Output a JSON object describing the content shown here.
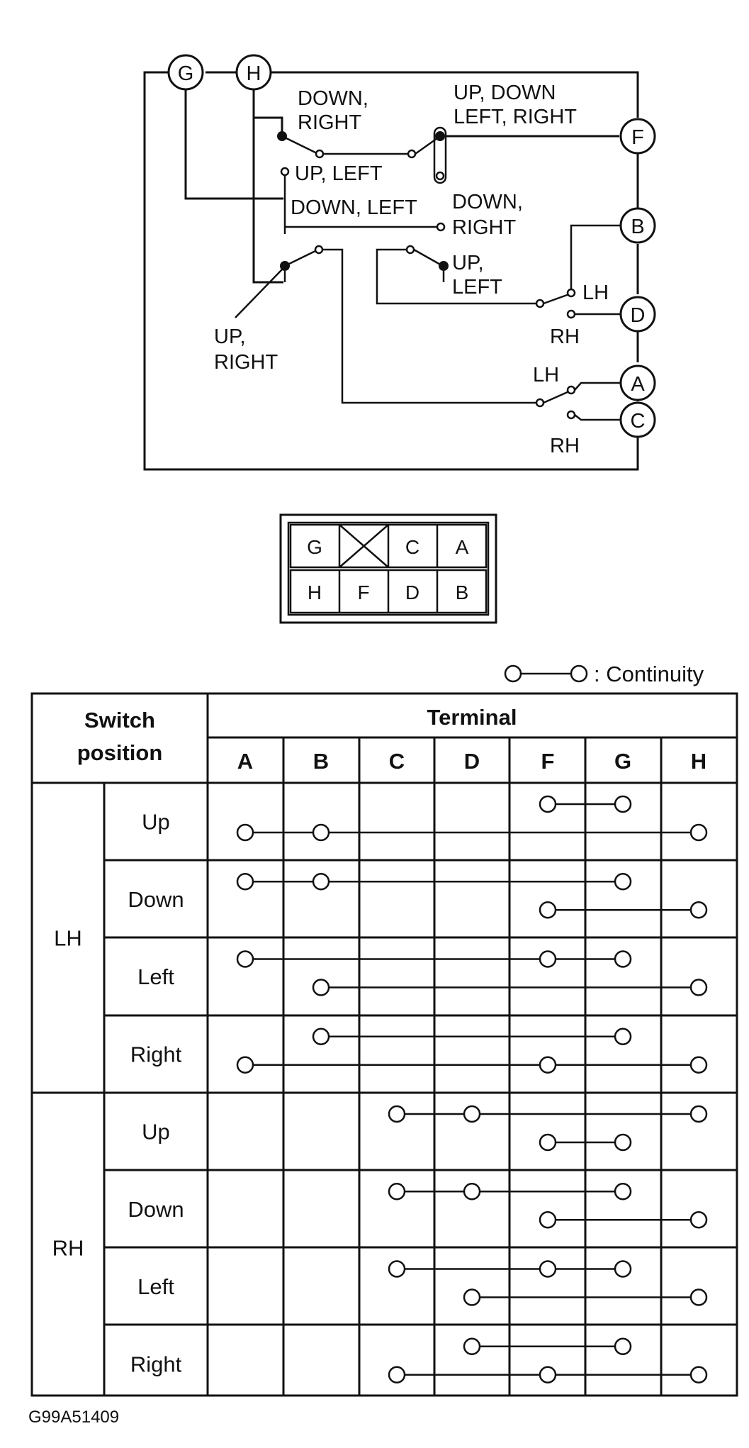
{
  "wiring_diagram": {
    "terminals": [
      "G",
      "H",
      "F",
      "B",
      "D",
      "A",
      "C"
    ],
    "switch_labels": {
      "down_right_top": [
        "DOWN,",
        "RIGHT"
      ],
      "up_down_left_right": [
        "UP, DOWN",
        "LEFT, RIGHT"
      ],
      "up_left_top": "UP, LEFT",
      "down_left": "DOWN, LEFT",
      "down_right_mid": [
        "DOWN,",
        "RIGHT"
      ],
      "up_left_mid": [
        "UP,",
        "LEFT"
      ],
      "up_right": [
        "UP,",
        "RIGHT"
      ],
      "lh_1": "LH",
      "rh_1": "RH",
      "lh_2": "LH",
      "rh_2": "RH"
    }
  },
  "connector": {
    "top_row": [
      "G",
      "",
      "C",
      "A"
    ],
    "bottom_row": [
      "H",
      "F",
      "D",
      "B"
    ]
  },
  "legend": {
    "text": ": Continuity"
  },
  "table": {
    "switch_header_line1": "Switch",
    "switch_header_line2": "position",
    "terminal_header": "Terminal",
    "columns": [
      "A",
      "B",
      "C",
      "D",
      "F",
      "G",
      "H"
    ],
    "groups": [
      {
        "name": "LH",
        "rows": [
          {
            "label": "Up",
            "lines": [
              [
                "F",
                "G"
              ],
              [
                "A",
                "B",
                "H"
              ]
            ]
          },
          {
            "label": "Down",
            "lines": [
              [
                "A",
                "B",
                "G"
              ],
              [
                "F",
                "H"
              ]
            ]
          },
          {
            "label": "Left",
            "lines": [
              [
                "A",
                "F",
                "G"
              ],
              [
                "B",
                "H"
              ]
            ]
          },
          {
            "label": "Right",
            "lines": [
              [
                "B",
                "G"
              ],
              [
                "A",
                "F",
                "H"
              ]
            ]
          }
        ]
      },
      {
        "name": "RH",
        "rows": [
          {
            "label": "Up",
            "lines": [
              [
                "C",
                "D",
                "H"
              ],
              [
                "F",
                "G"
              ]
            ]
          },
          {
            "label": "Down",
            "lines": [
              [
                "C",
                "D",
                "G"
              ],
              [
                "F",
                "H"
              ]
            ]
          },
          {
            "label": "Left",
            "lines": [
              [
                "C",
                "F",
                "G"
              ],
              [
                "D",
                "H"
              ]
            ]
          },
          {
            "label": "Right",
            "lines": [
              [
                "D",
                "G"
              ],
              [
                "C",
                "F",
                "H"
              ]
            ]
          }
        ]
      }
    ]
  },
  "figure_id": "G99A51409"
}
